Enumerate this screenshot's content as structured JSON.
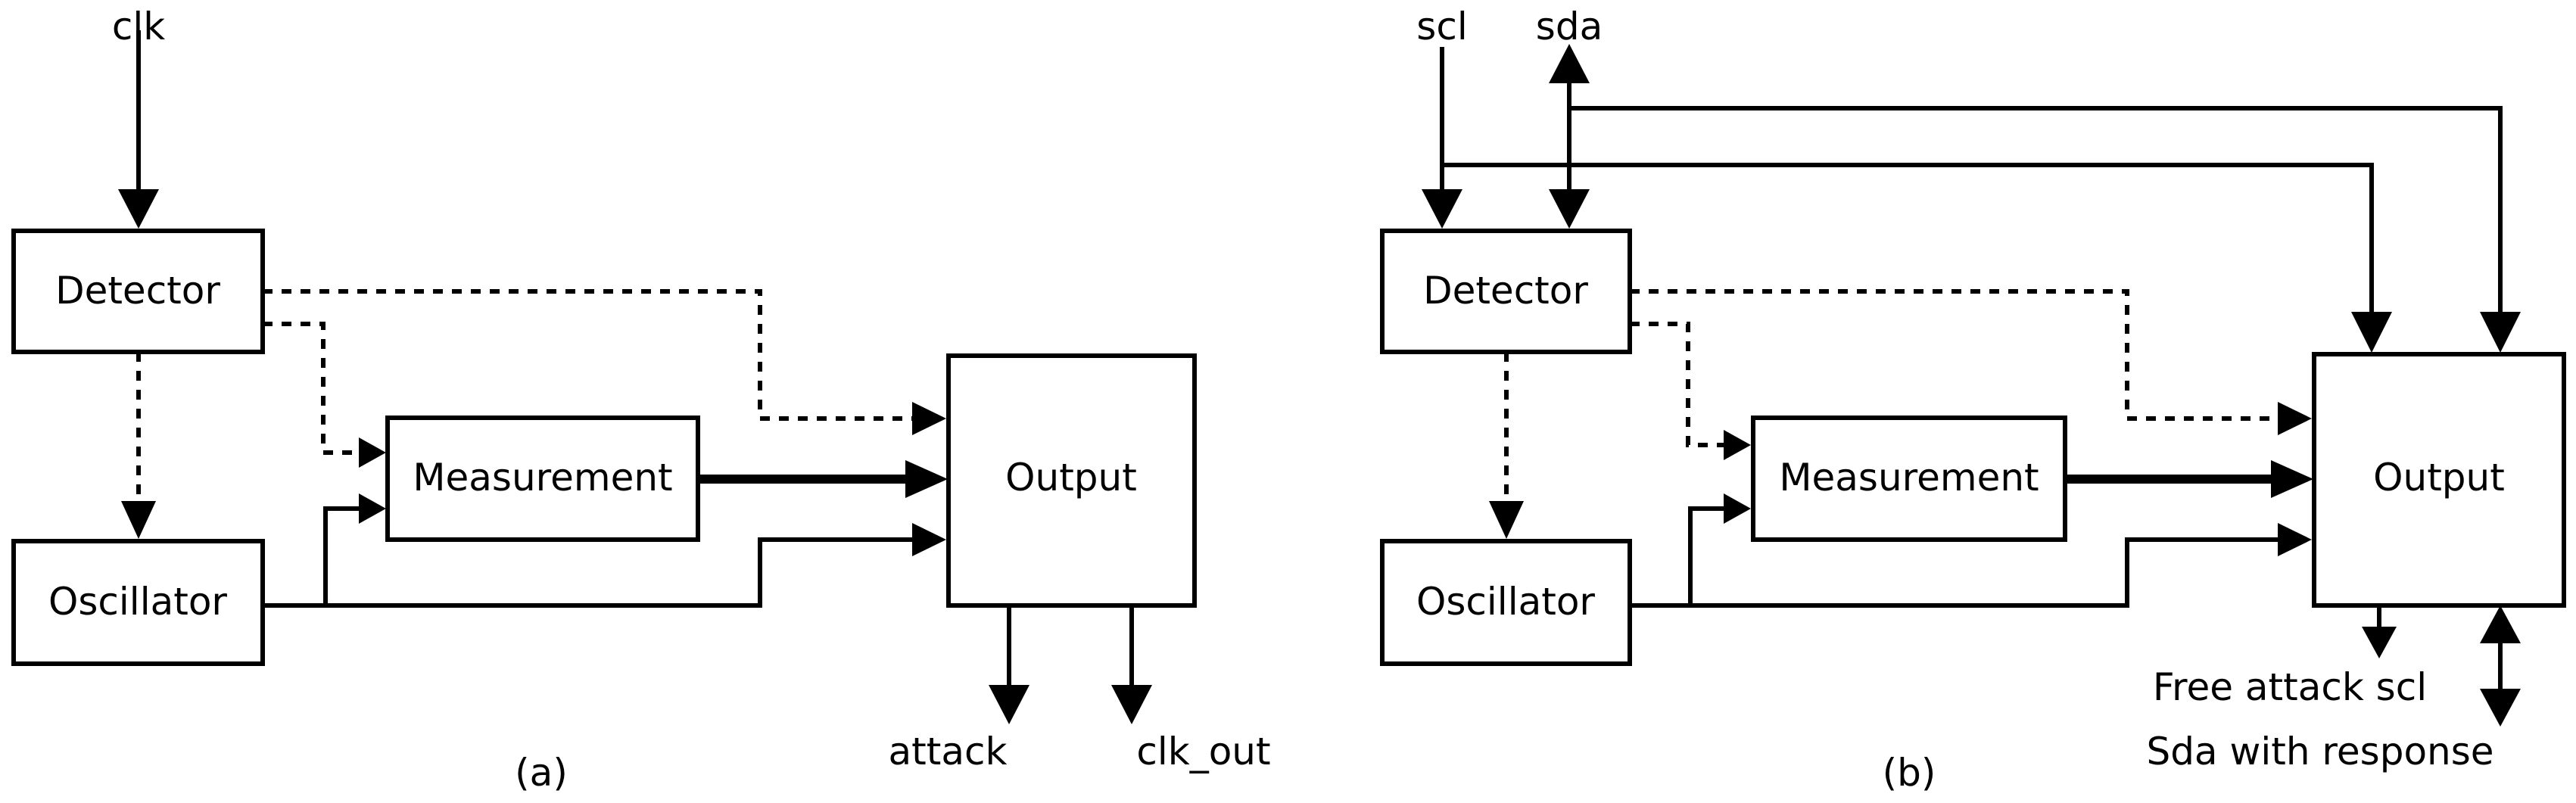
{
  "diagrams": [
    {
      "caption": "(a)",
      "inputs": [
        "clk"
      ],
      "blocks": {
        "detector": "Detector",
        "oscillator": "Oscillator",
        "measurement": "Measurement",
        "output": "Output"
      },
      "outputs": [
        "attack",
        "clk_out"
      ]
    },
    {
      "caption": "(b)",
      "inputs": [
        "scl",
        "sda"
      ],
      "blocks": {
        "detector": "Detector",
        "oscillator": "Oscillator",
        "measurement": "Measurement",
        "output": "Output"
      },
      "outputs": [
        "Free attack scl",
        "Sda with response"
      ]
    }
  ]
}
